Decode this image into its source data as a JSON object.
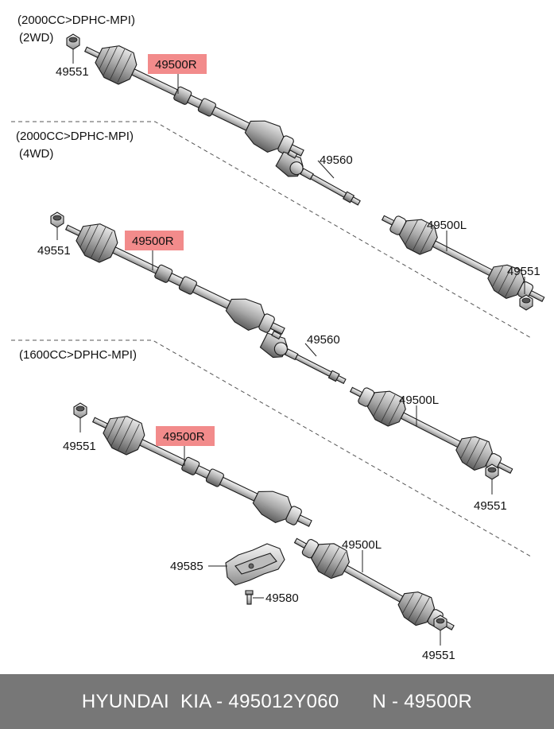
{
  "sections": [
    {
      "title_line1": "(2000CC>DPHC-MPI)",
      "title_line2": "(2WD)"
    },
    {
      "title_line1": "(2000CC>DPHC-MPI)",
      "title_line2": "(4WD)"
    },
    {
      "title_line1": "(1600CC>DPHC-MPI)"
    }
  ],
  "labels": {
    "nut_a": "49551",
    "shaft_r_a": "49500R",
    "inter_b": "49560",
    "shaft_l_b": "49500L",
    "nut_b_left": "49551",
    "nut_b_right": "49551",
    "shaft_r_b": "49500R",
    "inter_c": "49560",
    "shaft_l_c": "49500L",
    "nut_c_right": "49551",
    "nut_d": "49551",
    "shaft_r_d": "49500R",
    "shaft_l_d": "49500L",
    "bracket": "49585",
    "bolt": "49580",
    "nut_d_right": "49551"
  },
  "highlight_color": "#f28b8b",
  "footer": {
    "brand": "HYUNDAI  KIA - 495012Y060",
    "ref": "N - 49500R"
  }
}
